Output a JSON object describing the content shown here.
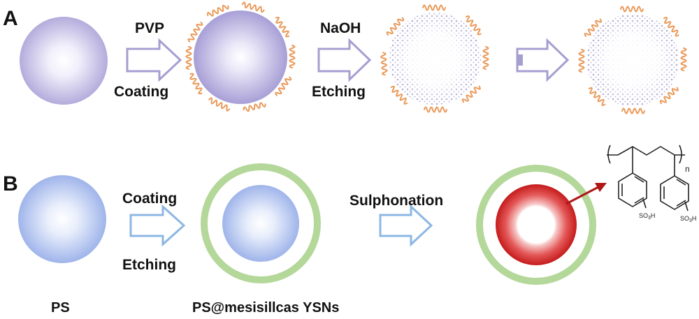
{
  "panel_a": {
    "label": "A",
    "step1_top": "PVP",
    "step1_bottom": "Coating",
    "step2_top": "NaOH",
    "step2_bottom": "Etching"
  },
  "panel_b": {
    "label": "B",
    "step1_top": "Coating",
    "step1_bottom": "Etching",
    "step2_top": "Sulphonation",
    "name1": "PS",
    "name2": "PS@mesisillcas  YSNs"
  },
  "structure": {
    "subscript_n": "n",
    "group_left": "SO",
    "group_left_sub": "3",
    "group_left_end": "H",
    "group_right": "SO",
    "group_right_sub": "3",
    "group_right_end": "H"
  },
  "colors": {
    "lavender_sphere": "#b9b3e0",
    "blue_sphere": "#a4b8ec",
    "polymer_chain": "#e99a5a",
    "green_shell": "#b4d79a",
    "red_core": "#d42a2a",
    "arrow_a": "#a59fd0",
    "arrow_b": "#8db7e3",
    "pointer_arrow": "#b01717"
  }
}
